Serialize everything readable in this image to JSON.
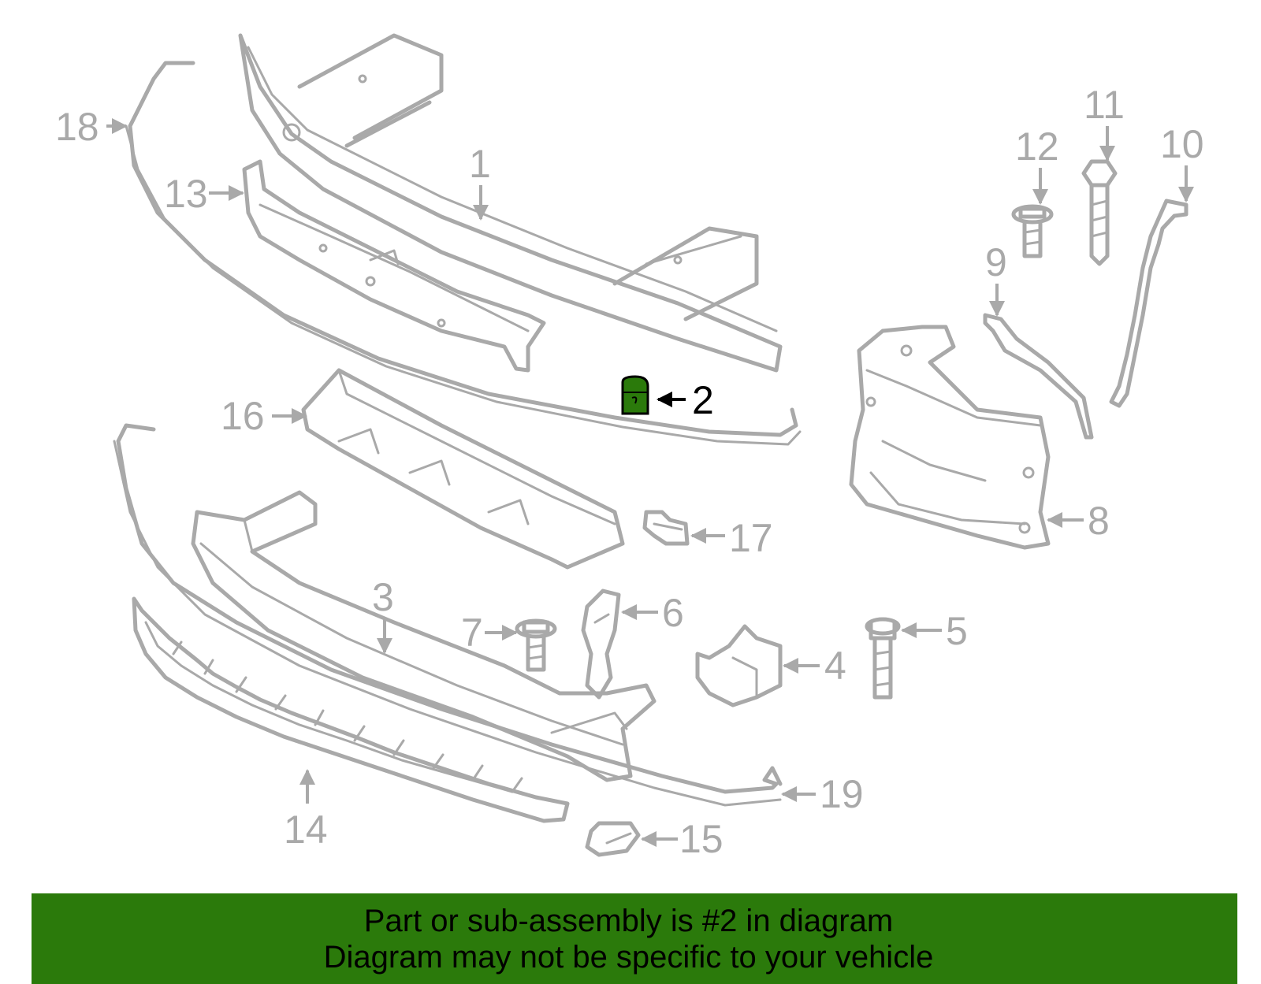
{
  "callouts": {
    "c1": "1",
    "c2": "2",
    "c3": "3",
    "c4": "4",
    "c5": "5",
    "c6": "6",
    "c7": "7",
    "c8": "8",
    "c9": "9",
    "c10": "10",
    "c11": "11",
    "c12": "12",
    "c13": "13",
    "c14": "14",
    "c15": "15",
    "c16": "16",
    "c17": "17",
    "c18": "18",
    "c19": "19"
  },
  "highlight": {
    "part": "2",
    "color": "#2b7a0b"
  },
  "banner": {
    "line1": "Part or sub-assembly is #2 in diagram",
    "line2": "Diagram may not be specific to your vehicle",
    "background": "#2b7a0b"
  }
}
